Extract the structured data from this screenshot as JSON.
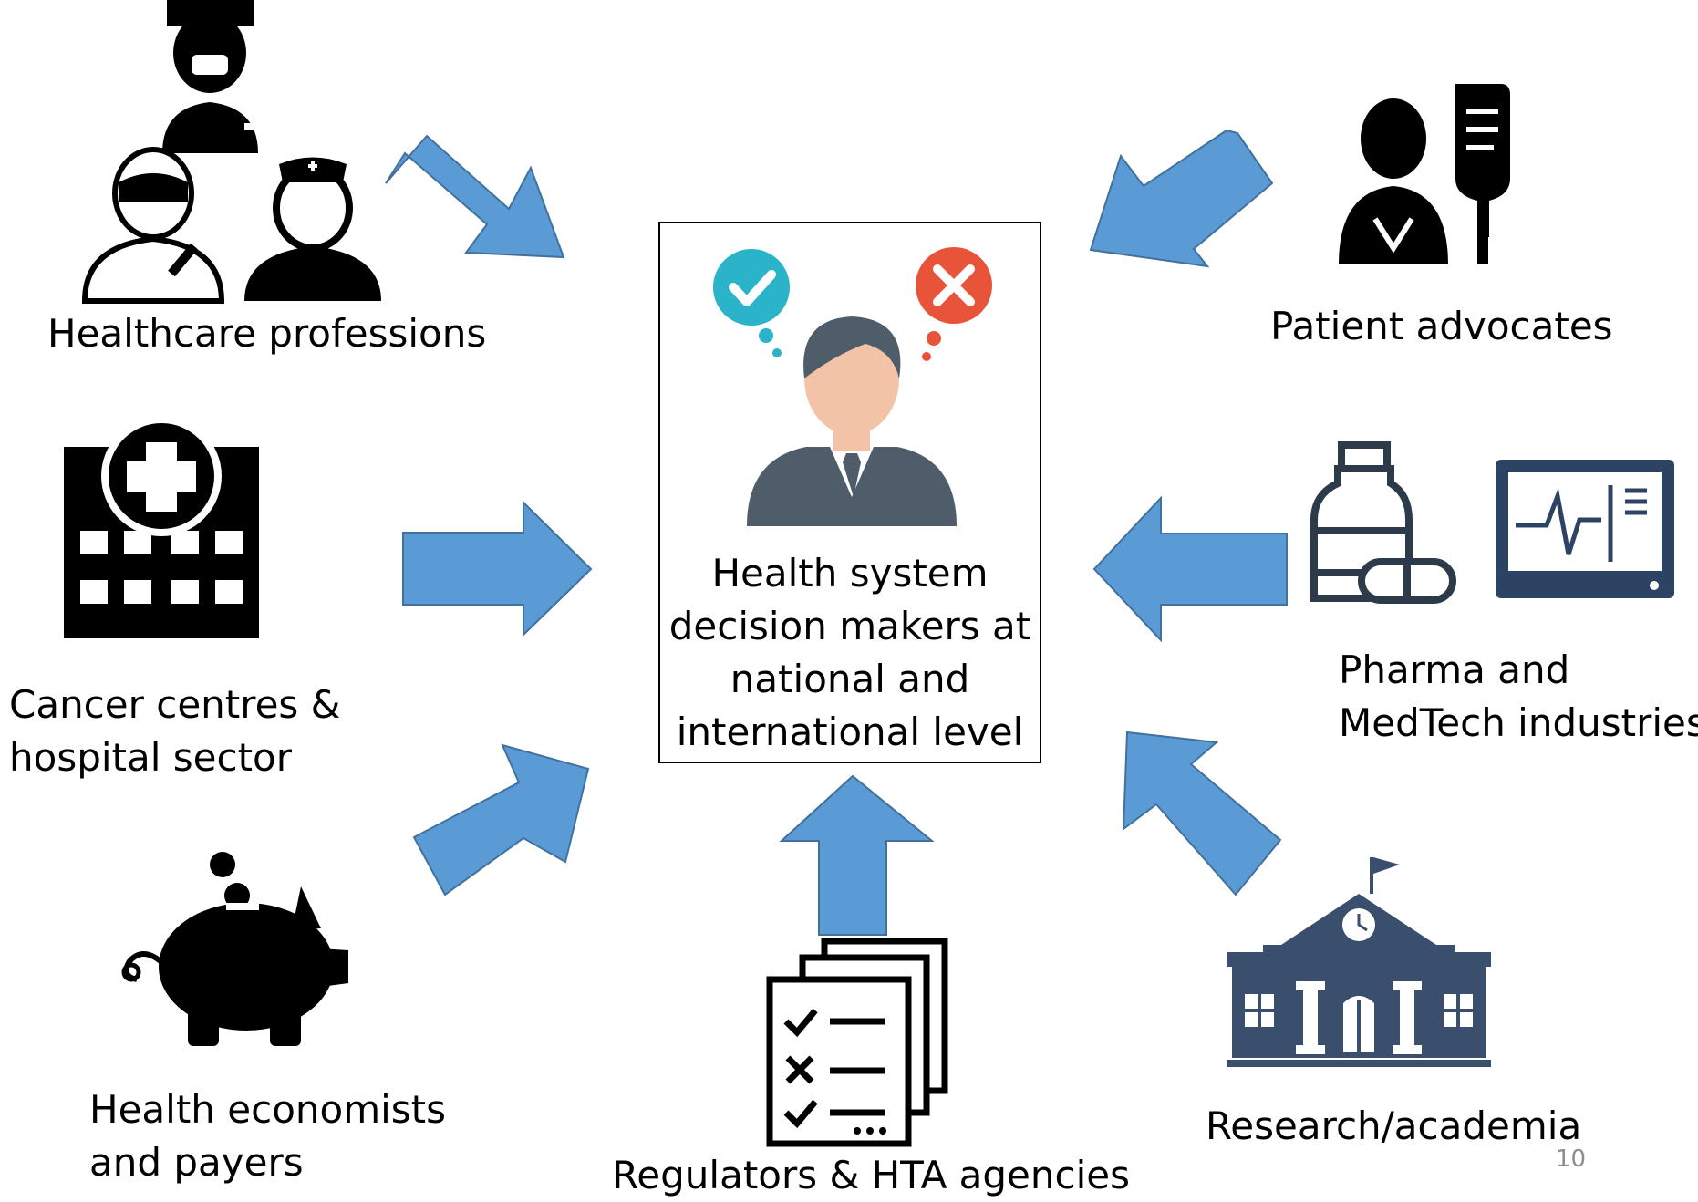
{
  "title": "",
  "center": {
    "lines": [
      "Health system",
      "decision makers at",
      "national and",
      "international level"
    ],
    "check_color": "#2bb3c9",
    "cross_color": "#e8543a"
  },
  "stakeholders": {
    "healthcare_professions": "Healthcare professions",
    "patient_advocates": "Patient advocates",
    "cancer_centres": [
      "Cancer centres &",
      "hospital sector"
    ],
    "pharma_medtech": [
      "Pharma and",
      "MedTech industries"
    ],
    "health_economists": [
      "Health economists",
      "and payers"
    ],
    "regulators": "Regulators & HTA agencies",
    "research": "Research/academia"
  },
  "page_number": "10",
  "colors": {
    "arrow": "#5b9bd5",
    "arrow_stroke": "#41719c",
    "icon_dark": "#000000",
    "building_blue": "#3a4f6e",
    "monitor_blue": "#2d4363",
    "person_grey": "#4f5d6b",
    "skin": "#f3c3a7"
  }
}
